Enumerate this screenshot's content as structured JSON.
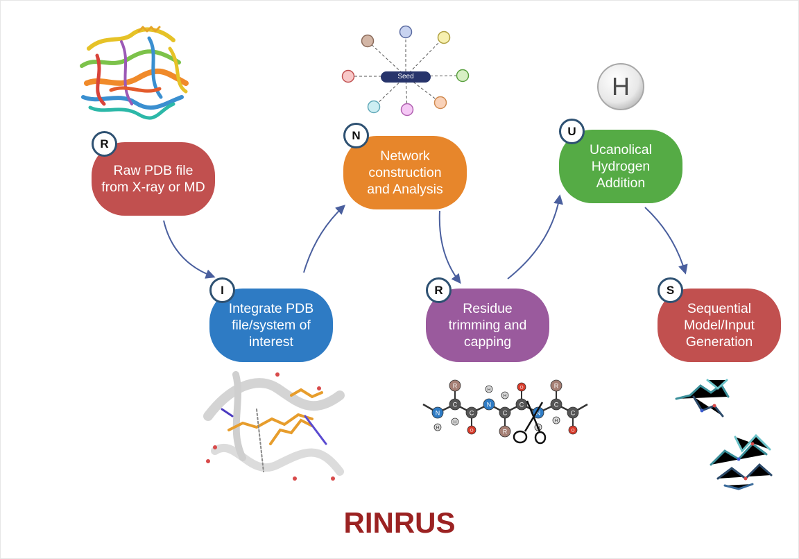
{
  "title": "RINRUS",
  "colors": {
    "title": "#9b2222",
    "badge_border": "#2e5172",
    "arrow": "#4a5f9e",
    "step1": "#c1504f",
    "step2": "#2e7bc4",
    "step3": "#e7862b",
    "step4": "#9a5a9d",
    "step5": "#55ab45",
    "step6": "#c1504f"
  },
  "steps": [
    {
      "letter": "R",
      "label": "Raw PDB file\nfrom X-ray or MD"
    },
    {
      "letter": "I",
      "label": "Integrate PDB\nfile/system of\ninterest"
    },
    {
      "letter": "N",
      "label": "Network\nconstruction\nand Analysis"
    },
    {
      "letter": "R",
      "label": "Residue\ntrimming and\ncapping"
    },
    {
      "letter": "U",
      "label": "Ucanolical\nHydrogen\nAddition"
    },
    {
      "letter": "S",
      "label": "Sequential\nModel/Input\nGeneration"
    }
  ],
  "network": {
    "center_label": "Seed",
    "node_colors": [
      "#d3b6a6",
      "#c8d3f0",
      "#f7f0b0",
      "#d7efc4",
      "#f9d2b9",
      "#f5c8f5",
      "#cdeef3",
      "#f8c8c8"
    ]
  },
  "hydrogen": {
    "symbol": "H"
  },
  "peptide": {
    "atom_labels": [
      "N",
      "H",
      "C",
      "H",
      "R",
      "C",
      "O",
      "N",
      "H",
      "C",
      "H",
      "R",
      "C",
      "O",
      "N",
      "H",
      "C",
      "R",
      "H",
      "C",
      "O"
    ]
  },
  "icons": [
    "protein-structure-image",
    "seed-network-icon",
    "hydrogen-atom-icon",
    "binding-site-image",
    "peptide-capping-icon",
    "scissors-icon",
    "molecule-model-image"
  ]
}
